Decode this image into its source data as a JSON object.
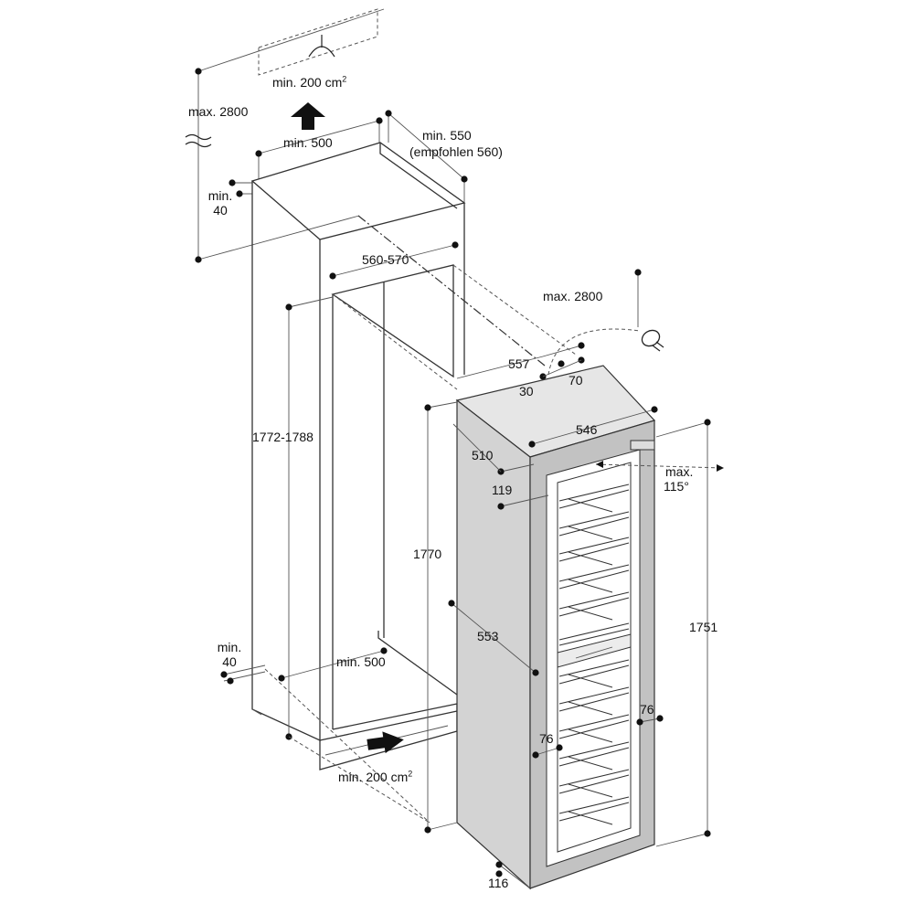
{
  "labels": {
    "vent_top_area": "min. 200 cm",
    "vent_top_area_sup": "2",
    "max_height_left": "max. 2800",
    "niche_width_top": "min. 500",
    "depth_min": "min. 550",
    "depth_recommended": "(empfohlen 560)",
    "top_gap_min": "min.",
    "top_gap_value": "40",
    "inner_width": "560-570",
    "niche_height": "1772-1788",
    "max_height_cable": "max. 2800",
    "top_depth": "557",
    "cable_70": "70",
    "cable_30": "30",
    "appliance_width": "546",
    "dim_510": "510",
    "dim_119": "119",
    "door_angle_max": "max.",
    "door_angle_value": "115°",
    "appliance_height_side": "1770",
    "appliance_depth": "553",
    "appliance_height_front": "1751",
    "bottom_gap_min": "min.",
    "bottom_gap_value": "40",
    "niche_width_bottom": "min. 500",
    "vent_bottom_area": "min. 200 cm",
    "vent_bottom_area_sup": "2",
    "dim_76_right": "76",
    "dim_76_left": "76",
    "dim_116": "116"
  }
}
